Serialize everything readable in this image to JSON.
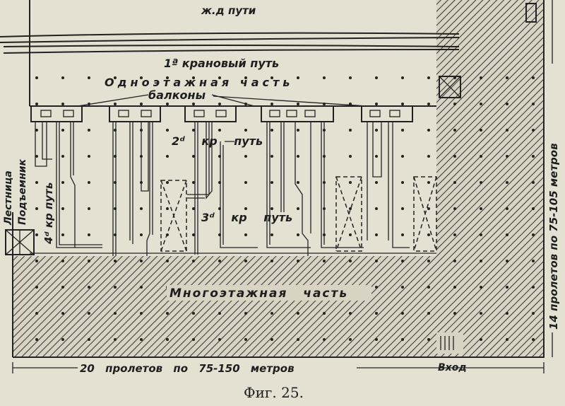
{
  "figure": {
    "caption": "Фиг. 25.",
    "labels": {
      "railways": "ж.д пути",
      "crane_track_1": "1ª крановый путь",
      "single_storey": "Одноэтажная часть",
      "balconies": "балконы",
      "crane_track_2": "2ᵈ кр путь",
      "crane_track_3": "3ᵈ кр путь",
      "crane_track_4": "4ᵈ кр путь",
      "stairs": "Лестница",
      "lift": "Подъемник",
      "multi_storey": "Многоэтажная часть",
      "entrance": "Вход"
    },
    "dimensions": {
      "width": "20 пролетов по 75-150 метров",
      "depth": "14 пролетов по 75-105 метров"
    }
  }
}
